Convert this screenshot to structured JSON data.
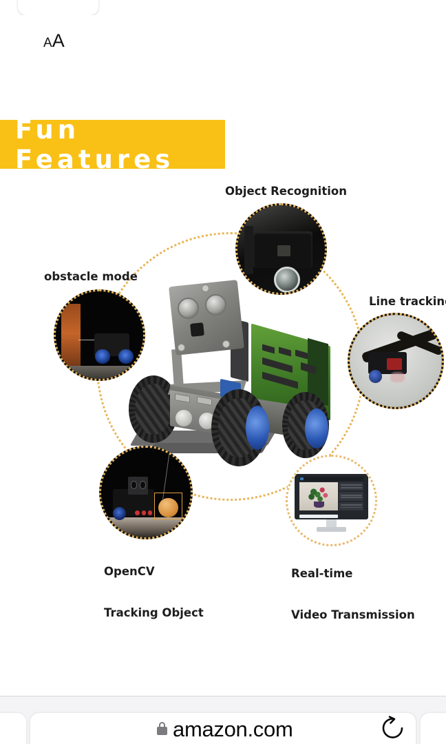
{
  "browser": {
    "app": "safari-mobile",
    "text_size_button": "AA",
    "text_size_small": "A",
    "text_size_large": "A",
    "domain": "amazon.com",
    "lock_icon": "lock-icon",
    "reload_icon": "reload-icon",
    "secure": true
  },
  "page": {
    "banner": {
      "title": "Fun Features",
      "background_color": "#f9c116",
      "text_color": "#ffffff"
    },
    "infographic": {
      "center_product": "robot-car",
      "connector": {
        "style": "dotted",
        "color": "#e8b556"
      },
      "features": [
        {
          "id": "object-recognition",
          "label": "Object Recognition",
          "position": "top",
          "photo": "camera-module-closeup"
        },
        {
          "id": "obstacle-mode",
          "label": "obstacle mode",
          "position": "left",
          "photo": "robot-near-obstacle"
        },
        {
          "id": "line-tracking",
          "label": "Line tracking",
          "position": "right",
          "photo": "robot-on-line"
        },
        {
          "id": "opencv-tracking",
          "label": "OpenCV\nTracking Object",
          "label_line_1": "OpenCV",
          "label_line_2": "Tracking Object",
          "position": "bottom-left",
          "photo": "robot-tracking-orange-ball"
        },
        {
          "id": "video-transmission",
          "label": "Real-time\nVideo Transmission",
          "label_line_1": "Real-time",
          "label_line_2": "Video Transmission",
          "position": "bottom-right",
          "photo": "monitor-showing-live-video-ui"
        }
      ]
    }
  }
}
